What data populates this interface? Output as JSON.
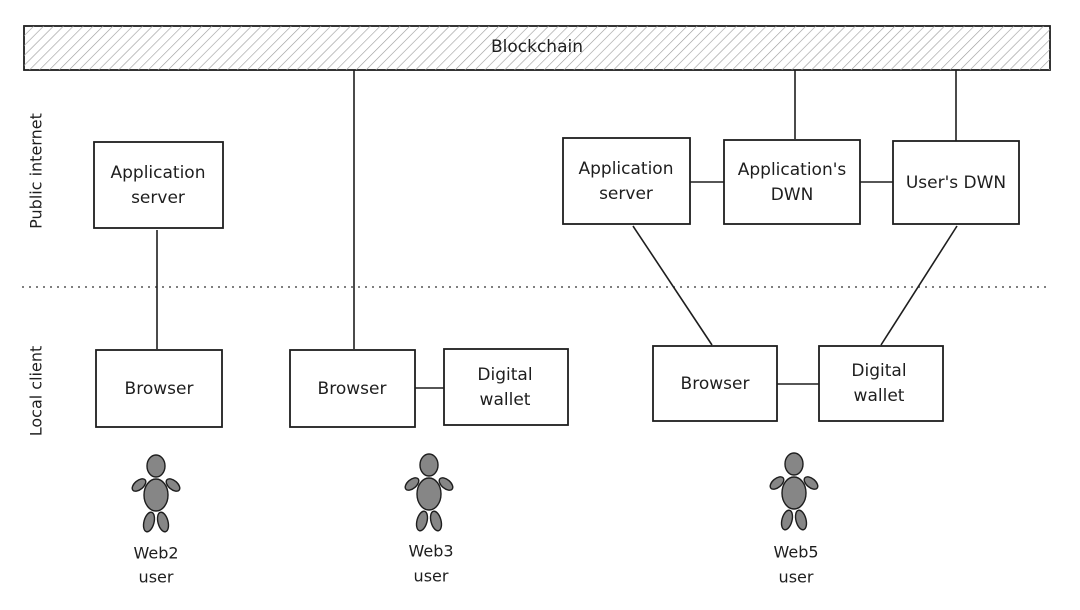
{
  "blockchain": {
    "label": "Blockchain"
  },
  "zones": {
    "public": "Public internet",
    "local": "Local client"
  },
  "web2": {
    "app_server": [
      "Application",
      "server"
    ],
    "browser": "Browser",
    "user": [
      "Web2",
      "user"
    ]
  },
  "web3": {
    "browser": "Browser",
    "wallet": [
      "Digital",
      "wallet"
    ],
    "user": [
      "Web3",
      "user"
    ]
  },
  "web5": {
    "app_server": [
      "Application",
      "server"
    ],
    "app_dwn": [
      "Application's",
      "DWN"
    ],
    "user_dwn": "User's DWN",
    "browser": "Browser",
    "wallet": [
      "Digital",
      "wallet"
    ],
    "user": [
      "Web5",
      "user"
    ]
  },
  "colors": {
    "stroke": "#1e1e1e",
    "person_fill": "#868686",
    "hatch": "#9a9a9a"
  }
}
